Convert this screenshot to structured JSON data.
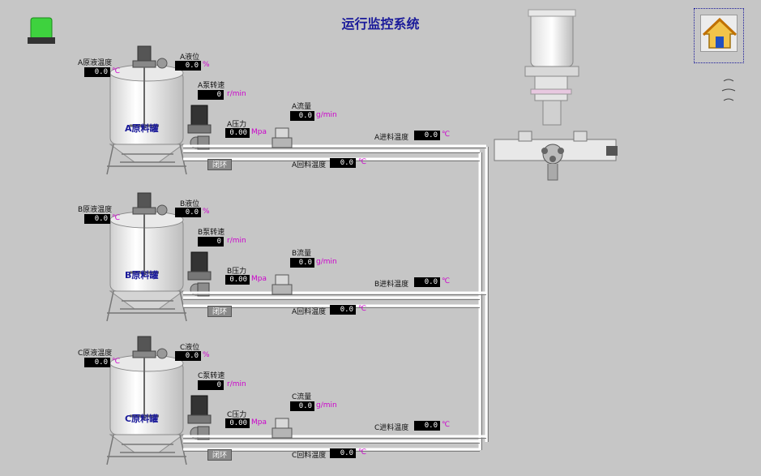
{
  "title": "运行监控系统",
  "icons": {
    "status": "green-status-light",
    "home": "home-icon",
    "pump": "dosing-valve-head"
  },
  "tanks": [
    {
      "tank_name": "A原料罐",
      "liquid_temp_label": "A原液温度",
      "liquid_temp_value": "0.0",
      "liquid_temp_unit": "℃",
      "level_label": "A液位",
      "level_value": "0.0",
      "level_unit": "%",
      "speed_label": "A泵转速",
      "speed_value": "0",
      "speed_unit": "r/min",
      "pressure_label": "A压力",
      "pressure_value": "0.00",
      "pressure_unit": "Mpa",
      "flow_label": "A流量",
      "flow_value": "0.0",
      "flow_unit": "g/min",
      "inlet_temp_label": "A进料温度",
      "inlet_temp_value": "0.0",
      "inlet_temp_unit": "℃",
      "return_temp_label": "A回料温度",
      "return_temp_value": "0.0",
      "return_temp_unit": "℃",
      "loop_button": "闭环"
    },
    {
      "tank_name": "B原料罐",
      "liquid_temp_label": "B原液温度",
      "liquid_temp_value": "0.0",
      "liquid_temp_unit": "℃",
      "level_label": "B液位",
      "level_value": "0.0",
      "level_unit": "%",
      "speed_label": "B泵转速",
      "speed_value": "0",
      "speed_unit": "r/min",
      "pressure_label": "B压力",
      "pressure_value": "0.00",
      "pressure_unit": "Mpa",
      "flow_label": "B流量",
      "flow_value": "0.0",
      "flow_unit": "g/min",
      "inlet_temp_label": "B进料温度",
      "inlet_temp_value": "0.0",
      "inlet_temp_unit": "℃",
      "return_temp_label": "A回料温度",
      "return_temp_value": "0.0",
      "return_temp_unit": "℃",
      "loop_button": "闭环"
    },
    {
      "tank_name": "C原料罐",
      "liquid_temp_label": "C原液温度",
      "liquid_temp_value": "0.0",
      "liquid_temp_unit": "℃",
      "level_label": "C液位",
      "level_value": "0.0",
      "level_unit": "%",
      "speed_label": "C泵转速",
      "speed_value": "0",
      "speed_unit": "r/min",
      "pressure_label": "C压力",
      "pressure_value": "0.00",
      "pressure_unit": "Mpa",
      "flow_label": "C流量",
      "flow_value": "0.0",
      "flow_unit": "g/min",
      "inlet_temp_label": "C进料温度",
      "inlet_temp_value": "0.0",
      "inlet_temp_unit": "℃",
      "return_temp_label": "C回料温度",
      "return_temp_value": "0.0",
      "return_temp_unit": "℃",
      "loop_button": "闭环"
    }
  ]
}
